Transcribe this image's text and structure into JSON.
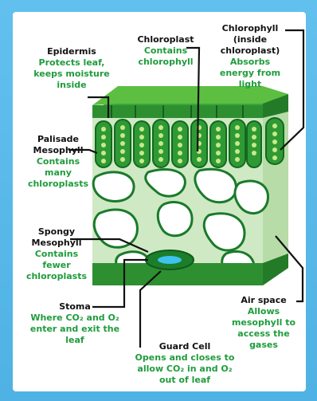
{
  "labels": {
    "epidermis": {
      "title": "Epidermis",
      "desc": "Protects leaf, keeps moisture inside"
    },
    "chloroplast": {
      "title": "Chloroplast",
      "desc": "Contains chlorophyll"
    },
    "chlorophyll": {
      "title": "Chlorophyll (inside chloroplast)",
      "desc": "Absorbs energy from light"
    },
    "palisade": {
      "title": "Palisade Mesophyll",
      "desc": "Contains many chloroplasts"
    },
    "spongy": {
      "title": "Spongy Mesophyll",
      "desc": "Contains fewer chloroplasts"
    },
    "stoma": {
      "title": "Stoma",
      "desc": "Where CO₂ and O₂ enter and exit the leaf"
    },
    "air_space": {
      "title": "Air space",
      "desc": "Allows mesophyll to access the gases"
    },
    "guard_cell": {
      "title": "Guard Cell",
      "desc": "Opens and closes to allow CO₂ in and O₂ out of leaf"
    }
  },
  "colors": {
    "background": "#58b8e8",
    "title_text": "#111111",
    "description_text": "#1f9c3c",
    "leaf_dark": "#1a7a2a",
    "leaf_mid": "#3aa63c",
    "leaf_light": "#8fd36a"
  }
}
